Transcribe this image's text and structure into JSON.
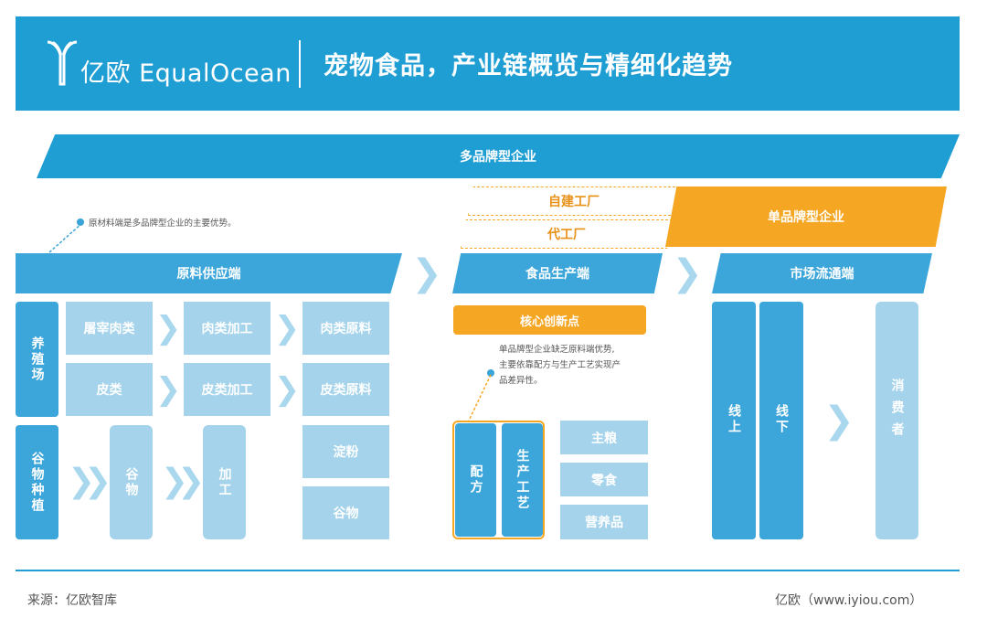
{
  "header": {
    "brand_cn": "亿欧",
    "brand_en": "EqualOcean",
    "title": "宠物食品，产业链概览与精细化趋势"
  },
  "banner": {
    "multi_brand": "多品牌型企业"
  },
  "factory": {
    "self_built": "自建工厂",
    "oem": "代工厂",
    "single_brand": "单品牌型企业"
  },
  "notes": {
    "raw_note": "原材料端是多品牌型企业的主要优势。",
    "single_note_lines": [
      "单品牌型企业缺乏原料端优势,",
      "主要依靠配方与生产工艺实现产",
      "品差异性。"
    ]
  },
  "sections": {
    "raw": "原料供应端",
    "food": "食品生产端",
    "market": "市场流通端"
  },
  "raw_supply": {
    "farm": "养殖场",
    "slaughter": "屠宰肉类",
    "meat_processing": "肉类加工",
    "meat_material": "肉类原料",
    "hide": "皮类",
    "hide_processing": "皮类加工",
    "hide_material": "皮类原料",
    "grain_planting": "谷物种植",
    "grain": "谷物",
    "processing": "加工",
    "starch": "淀粉",
    "grain_material": "谷物"
  },
  "food_production": {
    "core": "核心创新点",
    "formula": "配方",
    "process": "生产工艺",
    "staple": "主粮",
    "snack": "零食",
    "nutrition": "营养品"
  },
  "market": {
    "online": "线上",
    "offline": "线下",
    "consumer": "消费者"
  },
  "footer": {
    "source": "来源：亿欧智库",
    "site": "亿欧（www.iyiou.com）"
  }
}
